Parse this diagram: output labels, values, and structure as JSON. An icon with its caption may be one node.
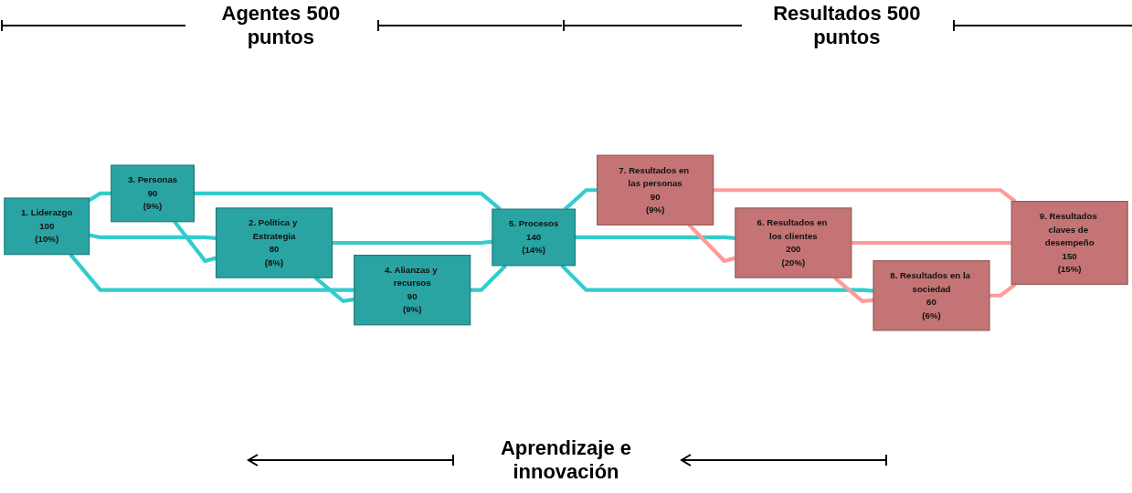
{
  "diagram": {
    "nodes": [
      {
        "text": [
          "1. Liderazgo",
          "100",
          "(10%)"
        ]
      },
      {
        "text": [
          "3. Personas",
          "90",
          "(9%)"
        ]
      },
      {
        "text": [
          "2. Política y Estrategia",
          "80",
          "(8%)"
        ]
      },
      {
        "text": [
          "4. Alianzas y recursos",
          "90",
          "(9%)"
        ]
      },
      {
        "text": [
          "5. Procesos",
          "140",
          "(14%)"
        ]
      },
      {
        "text": [
          "7. Resultados en las personas",
          "90",
          "(9%)"
        ]
      },
      {
        "text": [
          "6. Resultados en los clientes",
          "200",
          "(20%)"
        ]
      },
      {
        "text": [
          "8. Resultados en la sociedad",
          "60",
          "(6%)"
        ]
      },
      {
        "text": [
          "9. Resultados claves de desempeño",
          "150",
          "(15%)"
        ]
      }
    ],
    "edges": [
      {
        "from": 0,
        "to": 1,
        "arrow": "none"
      },
      {
        "from": 0,
        "to": 2,
        "arrow": "none"
      },
      {
        "from": 0,
        "to": 3,
        "arrow": "none"
      },
      {
        "from": 1,
        "to": 2,
        "arrow": "none"
      },
      {
        "from": 2,
        "to": 3,
        "arrow": "none"
      },
      {
        "from": 1,
        "to": 4,
        "arrow": "none"
      },
      {
        "from": 2,
        "to": 4,
        "arrow": "none"
      },
      {
        "from": 3,
        "to": 4,
        "arrow": "none"
      },
      {
        "from": 4,
        "to": 5,
        "arrow": "none"
      },
      {
        "from": 4,
        "to": 6,
        "arrow": "none"
      },
      {
        "from": 4,
        "to": 7,
        "arrow": "none"
      },
      {
        "from": 5,
        "to": 6,
        "arrow": "none",
        "color": "#ff9a9a"
      },
      {
        "from": 6,
        "to": 7,
        "arrow": "none",
        "color": "#ff9a9a"
      },
      {
        "from": 5,
        "to": 8,
        "arrow": "none",
        "color": "#ff9a9a"
      },
      {
        "from": 6,
        "to": 8,
        "arrow": "none",
        "color": "#ff9a9a"
      },
      {
        "from": 7,
        "to": 8,
        "arrow": "none",
        "color": "#ff9a9a"
      }
    ],
    "labels": [
      "Agentes 500 puntos",
      "Resultados 500 puntos",
      "Aprendizaje e innovación"
    ]
  }
}
